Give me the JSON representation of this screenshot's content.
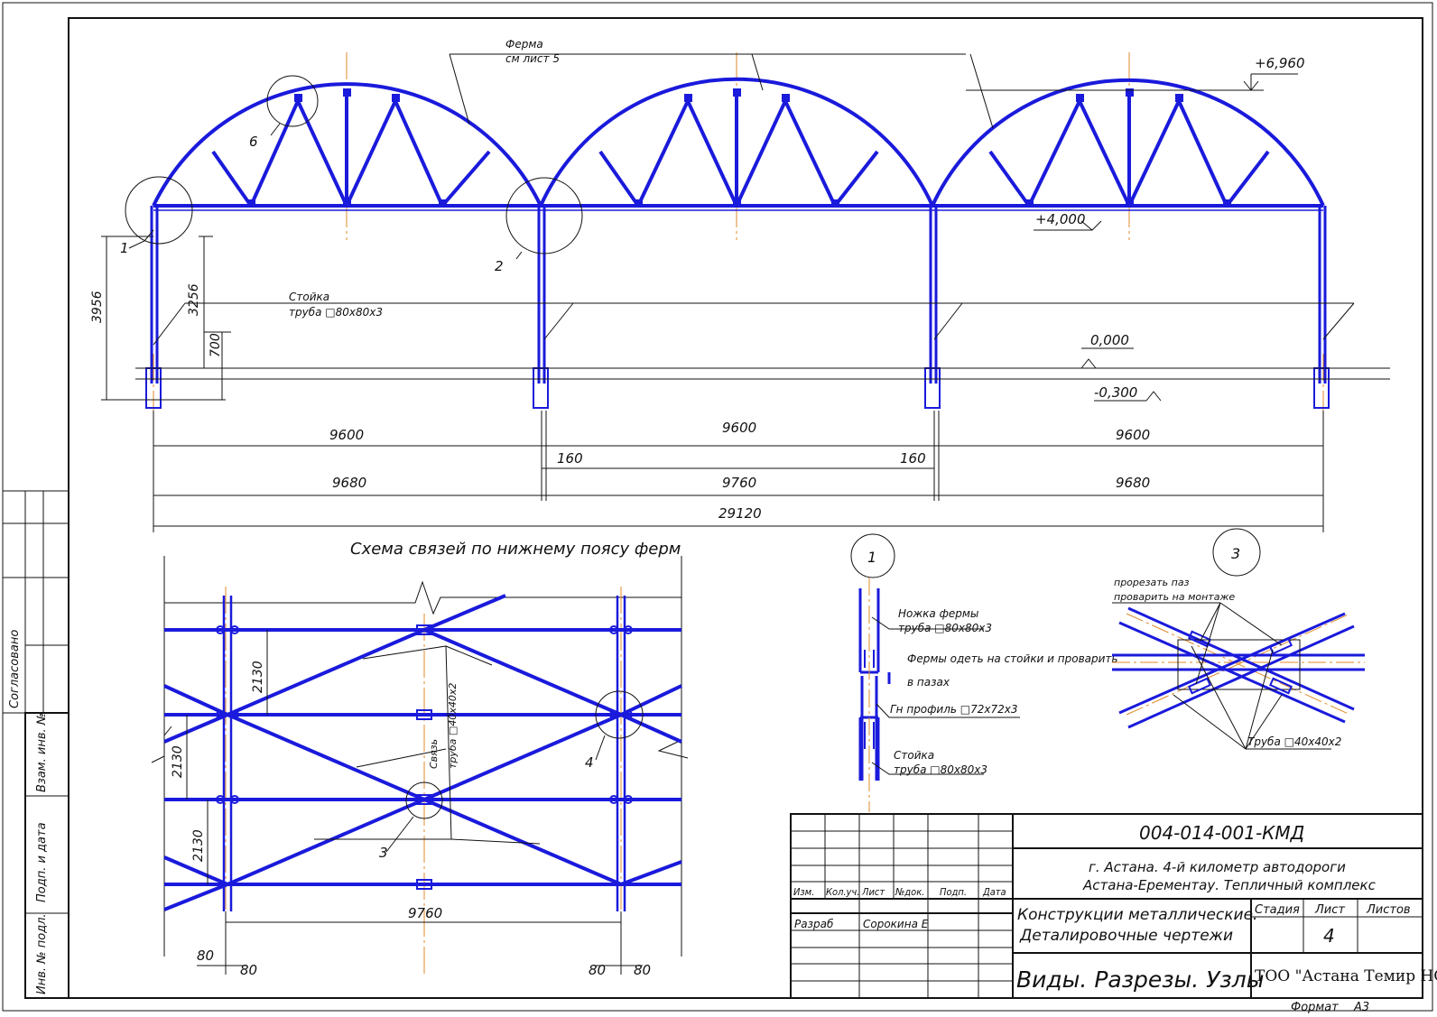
{
  "elevation": {
    "truss_label": "Ферма",
    "truss_ref": "см лист 5",
    "level_top": "+6,960",
    "level_chord": "+4,000",
    "level_zero": "0,000",
    "level_bottom": "-0,300",
    "column_label": "Стойка",
    "column_profile": "труба □80х80х3",
    "node_callouts": [
      "1",
      "2",
      "6"
    ],
    "dim_vertical": [
      "3956",
      "3256",
      "700"
    ],
    "dims_row1": [
      "9600",
      "9600",
      "9600"
    ],
    "dims_row2": [
      "160",
      "160"
    ],
    "dims_row3": [
      "9680",
      "9760",
      "9680"
    ],
    "dim_total": "29120"
  },
  "plan": {
    "title": "Схема связей по нижнему поясу ферм",
    "dims_vertical": [
      "2130",
      "2130",
      "2130"
    ],
    "dim_span": "9760",
    "dims_offset": [
      "80",
      "80",
      "80",
      "80"
    ],
    "brace_label": "Связь",
    "brace_profile": "труба □40х40х2",
    "node_callouts": [
      "3",
      "4"
    ]
  },
  "detail1": {
    "number": "1",
    "leg_label": "Ножка фермы",
    "leg_profile": "труба □80х80х3",
    "note_line1": "Фермы одеть на стойки и проварить",
    "note_line2": "в пазах",
    "bent_profile": "Гн профиль □72х72х3",
    "column_label": "Стойка",
    "column_profile": "труба □80х80х3"
  },
  "detail3": {
    "number": "3",
    "note_line1": "прорезать паз",
    "note_line2": "проварить на монтаже",
    "pipe_label": "Труба □40х40х2"
  },
  "side_stamp": {
    "approved": "Согласовано",
    "fields": [
      "Взам. инв. №",
      "Подп. и дата",
      "Инв. № подл."
    ]
  },
  "title_block": {
    "code": "004-014-001-КМД",
    "location_line1": "г. Астана. 4-й километр автодороги",
    "location_line2": "Астана-Ерементау. Тепличный комплекс",
    "col_headers": [
      "Изм.",
      "Кол.уч.",
      "Лист",
      "№док.",
      "Подп.",
      "Дата"
    ],
    "role": "Разраб",
    "author": "Сорокина Е",
    "description_line1": "Конструкции металлические.",
    "description_line2": "Деталировочные чертежи",
    "sheet_title": "Виды. Разрезы. Узлы",
    "stage_label": "Стадия",
    "sheet_label": "Лист",
    "sheets_label": "Листов",
    "sheet_number": "4",
    "company": "ТОО \"Астана Темир НС\"",
    "format_label": "Формат",
    "format_value": "А3"
  },
  "colors": {
    "structure": "#1a1adc",
    "axis": "#e08a2a",
    "line": "#111111"
  }
}
